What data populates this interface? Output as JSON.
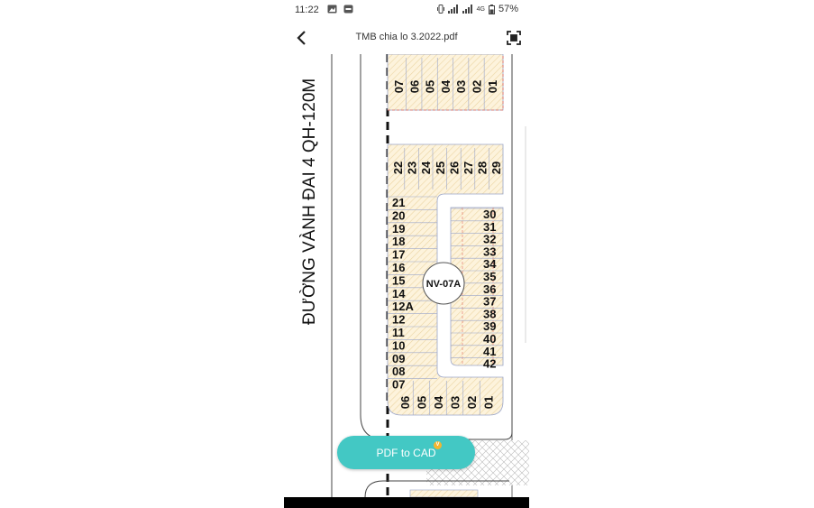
{
  "status_bar": {
    "time": "11:22",
    "network_label": "4G",
    "battery": "57%"
  },
  "app_bar": {
    "title": "TMB chia lo 3.2022.pdf",
    "back_icon": "chevron-left-icon",
    "fit_icon": "fit-screen-icon"
  },
  "map": {
    "road_label": "ĐƯỜNG VÀNH ĐAI 4 QH-120M",
    "block_label": "NV-07A",
    "top_block_lots": [
      "07",
      "06",
      "05",
      "04",
      "03",
      "02",
      "01"
    ],
    "middle_top_lots": [
      "22",
      "23",
      "24",
      "25",
      "26",
      "27",
      "28",
      "29"
    ],
    "left_column_lots": [
      "21",
      "20",
      "19",
      "18",
      "17",
      "16",
      "15",
      "14",
      "12A",
      "12",
      "11",
      "10",
      "09",
      "08",
      "07"
    ],
    "right_column_lots": [
      "30",
      "31",
      "32",
      "33",
      "34",
      "35",
      "36",
      "37",
      "38",
      "39",
      "40",
      "41",
      "42"
    ],
    "bottom_lots": [
      "06",
      "05",
      "04",
      "03",
      "02",
      "01"
    ],
    "colors": {
      "lot_fill": "#fdf3dc",
      "hatch": "#e8c98a",
      "lot_line": "#9aa5c9",
      "boundary": "#e36a5c",
      "road_line": "#444444"
    }
  },
  "cta": {
    "label": "PDF to CAD",
    "badge": "V",
    "color": "#43c8c4"
  }
}
